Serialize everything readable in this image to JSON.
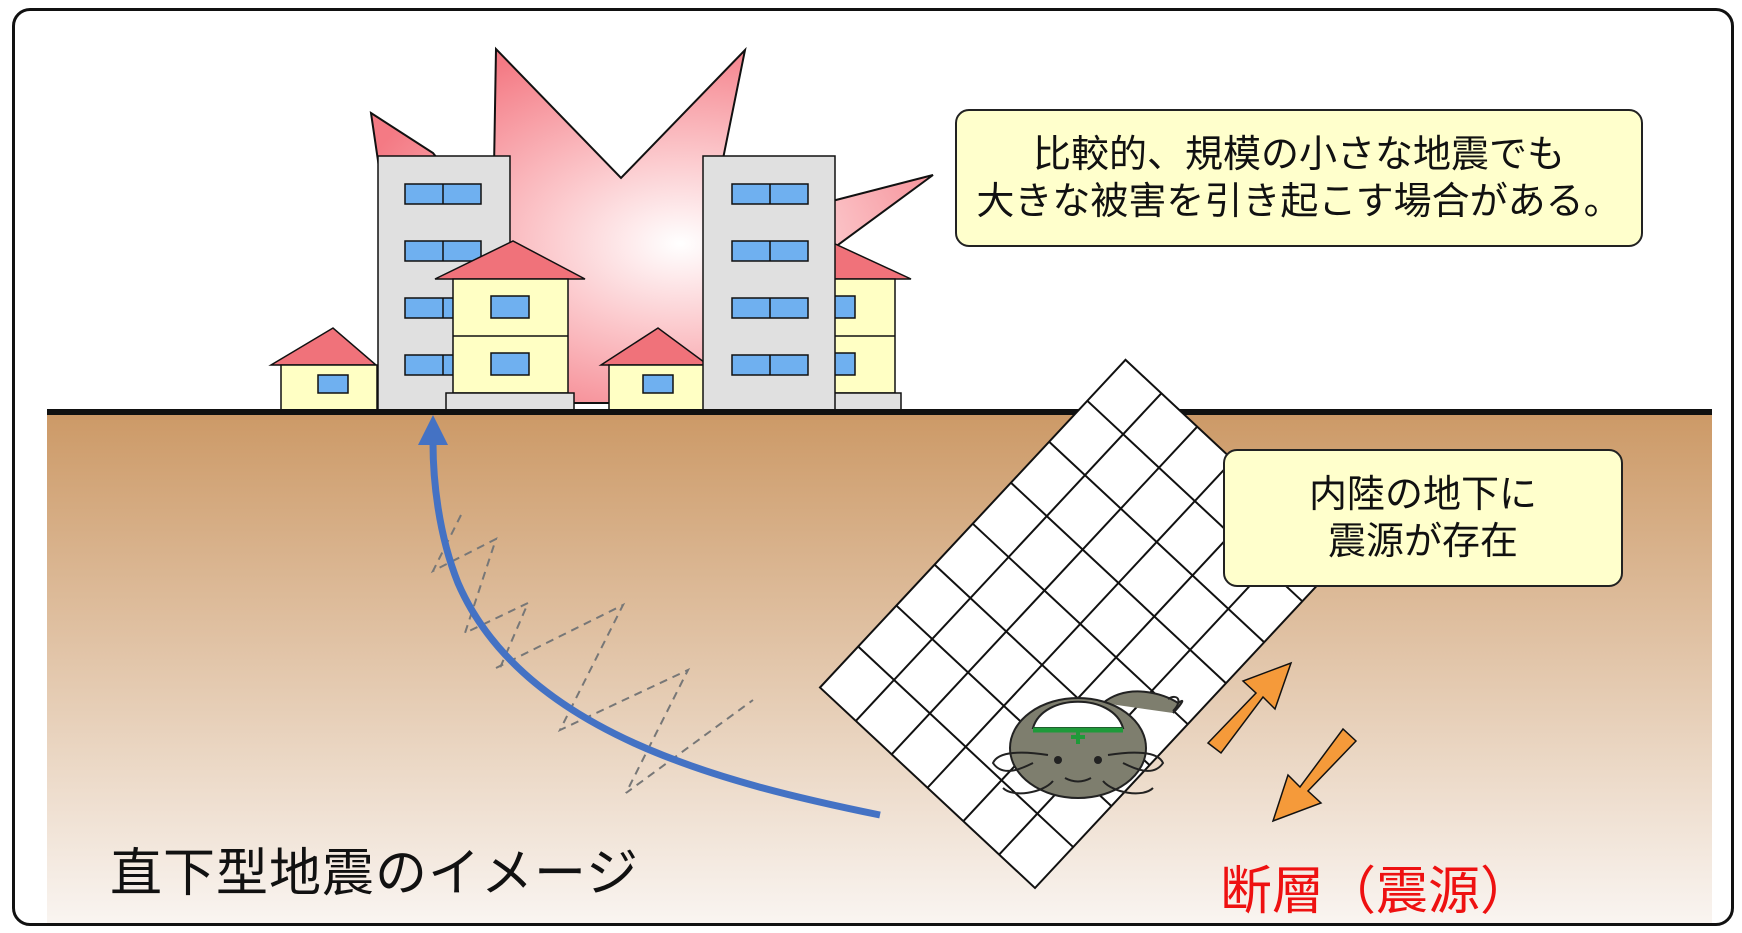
{
  "callouts": {
    "top_line1": "比較的、規模の小さな地震でも",
    "top_line2": "大きな被害を引き起こす場合がある。",
    "right_line1": "内陸の地下に",
    "right_line2": "震源が存在"
  },
  "labels": {
    "caption": "直下型地震のイメージ",
    "fault": "断層（震源）"
  },
  "colors": {
    "soil_top": "#cc9966",
    "soil_bottom": "#faf6f3",
    "explosion": "#f47a84",
    "roof": "#f0727a",
    "house_wall": "#ffffc4",
    "building": "#e0e0e0",
    "window": "#6fb0f0",
    "wave": "#4472c4",
    "arrow": "#f59a3a",
    "fault_text": "#ee1111"
  }
}
